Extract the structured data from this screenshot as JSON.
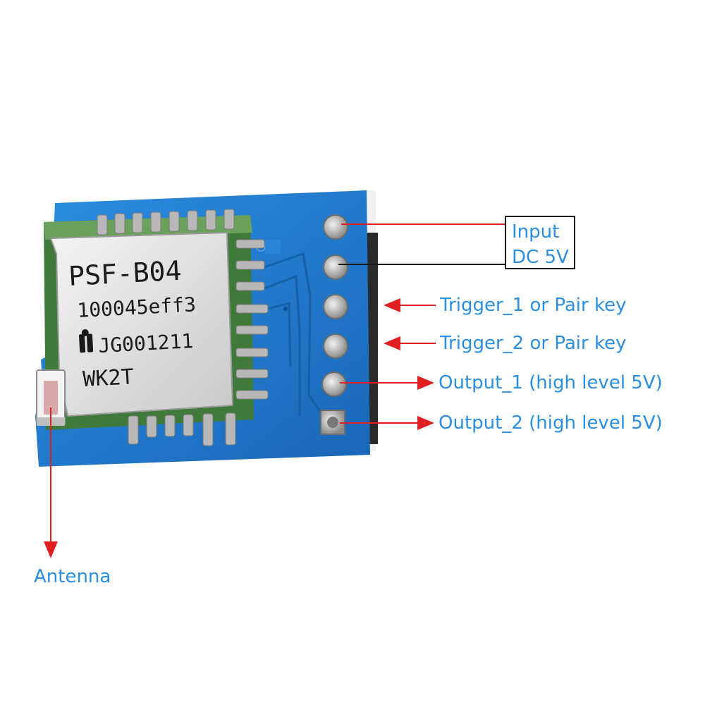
{
  "module": {
    "shield_lines": [
      "PSF-B04",
      "100045eff3",
      "JG001211",
      "WK2T"
    ]
  },
  "labels": {
    "input_line1": "Input",
    "input_line2": "DC 5V",
    "trigger1": "Trigger_1 or Pair key",
    "trigger2": "Trigger_2 or Pair key",
    "output1": "Output_1 (high level 5V)",
    "output2": "Output_2 (high level 5V)",
    "antenna": "Antenna"
  },
  "colors": {
    "pcb": "#1f7ad0",
    "label_text": "#2a8fe0",
    "arrow_red": "#e02020",
    "arrow_black": "#1a1a1a"
  }
}
